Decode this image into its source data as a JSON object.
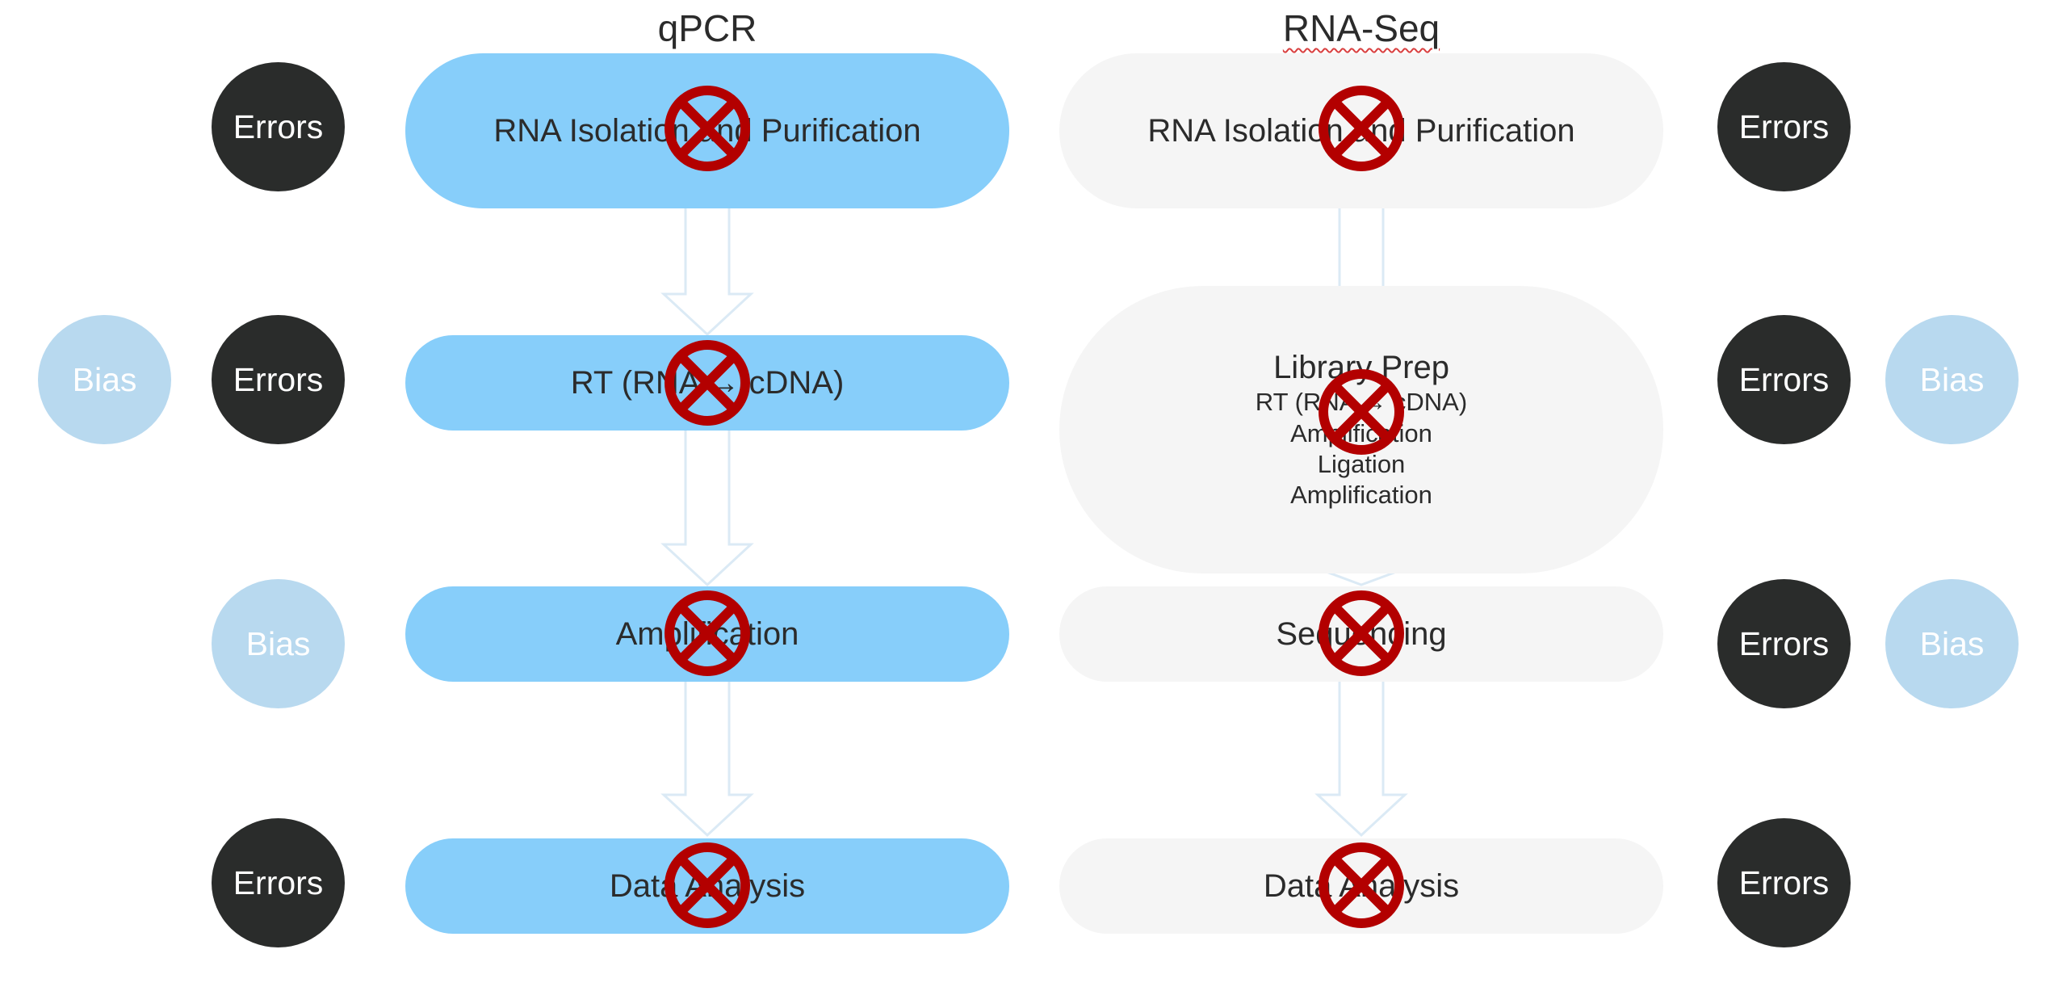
{
  "columns": {
    "qpcr": {
      "title": "qPCR"
    },
    "rnaseq": {
      "title": "RNA-Seq"
    }
  },
  "qpcr_steps": [
    {
      "label": "RNA Isolation and Purification"
    },
    {
      "label": "RT (RNA → cDNA)"
    },
    {
      "label": "Amplification"
    },
    {
      "label": "Data Analysis"
    }
  ],
  "rnaseq_steps": [
    {
      "label": "RNA Isolation and Purification"
    },
    {
      "label": "Library Prep",
      "sub": [
        "RT (RNA → cDNA)",
        "Amplification",
        "Ligation",
        "Amplification"
      ]
    },
    {
      "label": "Sequencing"
    },
    {
      "label": "Data Analysis"
    }
  ],
  "tags": {
    "errors": "Errors",
    "bias": "Bias"
  },
  "colors": {
    "qpcr_box": "#87cefa",
    "rnaseq_box": "#f5f5f5",
    "errors_circle": "#2a2c2b",
    "bias_circle": "#b8d9ef",
    "x_mark": "#b30000",
    "arrow_outline": "#dbeaf5"
  },
  "icons": {
    "step_marker": "x-circle-icon"
  }
}
